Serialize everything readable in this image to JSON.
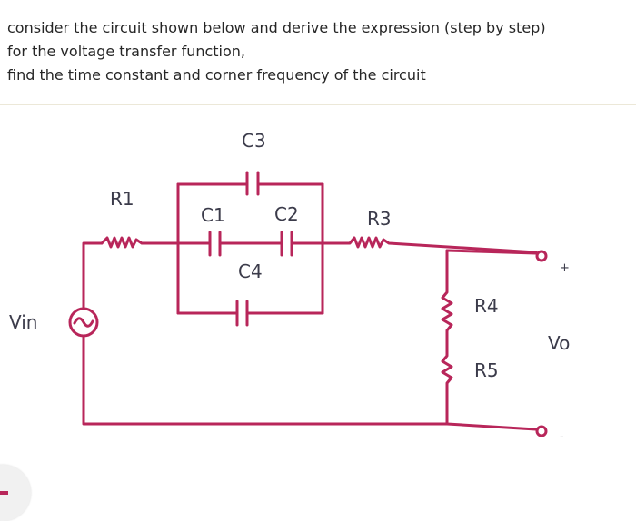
{
  "question": {
    "lines": [
      "consider the circuit shown below and derive the expression (step by step)",
      "for the voltage transfer function,",
      "find the time constant and corner frequency of the circuit"
    ]
  },
  "colors": {
    "wire": "#b8265a",
    "text": "#262626",
    "handwriting": "#3b3b4a"
  },
  "diagram": {
    "labels": {
      "c3": "C3",
      "c1": "C1",
      "c2": "C2",
      "c4": "C4",
      "r1": "R1",
      "r3": "R3",
      "r4": "R4",
      "r5": "R5",
      "vin": "Vin",
      "vo": "Vo"
    },
    "terminal_plus": "+",
    "terminal_minus": "-"
  }
}
